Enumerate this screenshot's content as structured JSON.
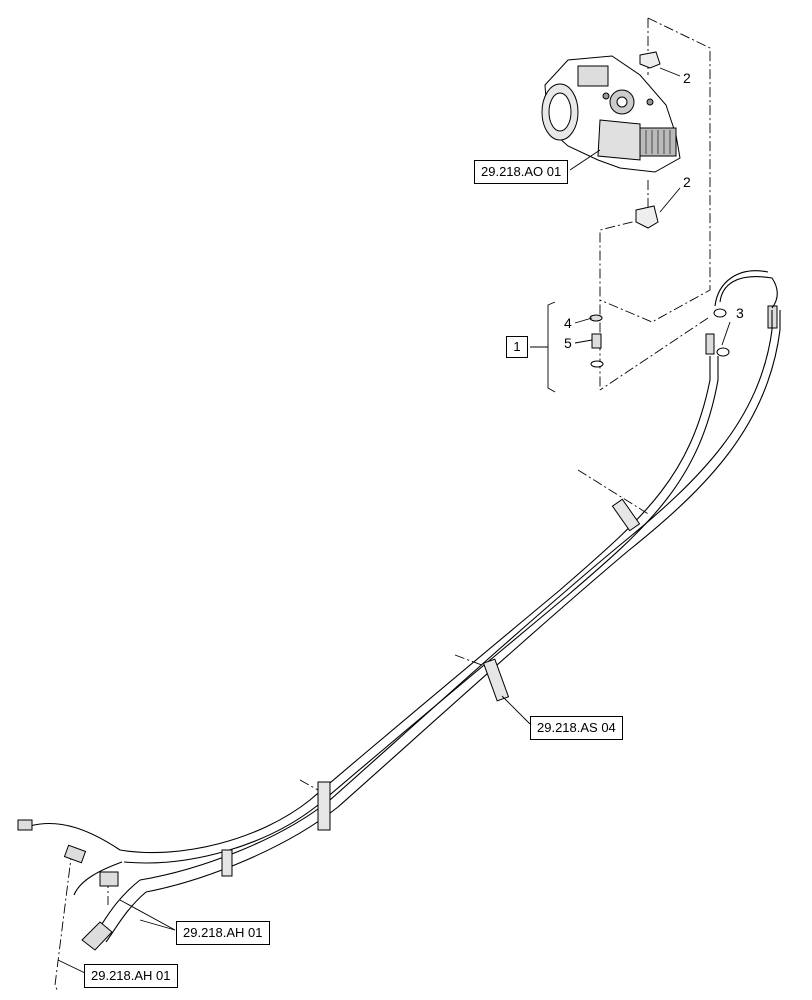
{
  "references": {
    "pump_ref": "29.218.AO 01",
    "clamp_ref": "29.218.AS 04",
    "motor_ref_upper": "29.218.AH 01",
    "motor_ref_lower": "29.218.AH 01"
  },
  "callouts": {
    "item_1": "1",
    "item_2_top": "2",
    "item_2_bottom": "2",
    "item_3": "3",
    "item_4": "4",
    "item_5": "5"
  },
  "icons": {
    "pump": "hydraulic-pump-icon",
    "hoses": "hydraulic-hose-icon",
    "clamps": "hose-clamp-icon",
    "fittings": "fitting-icon"
  }
}
